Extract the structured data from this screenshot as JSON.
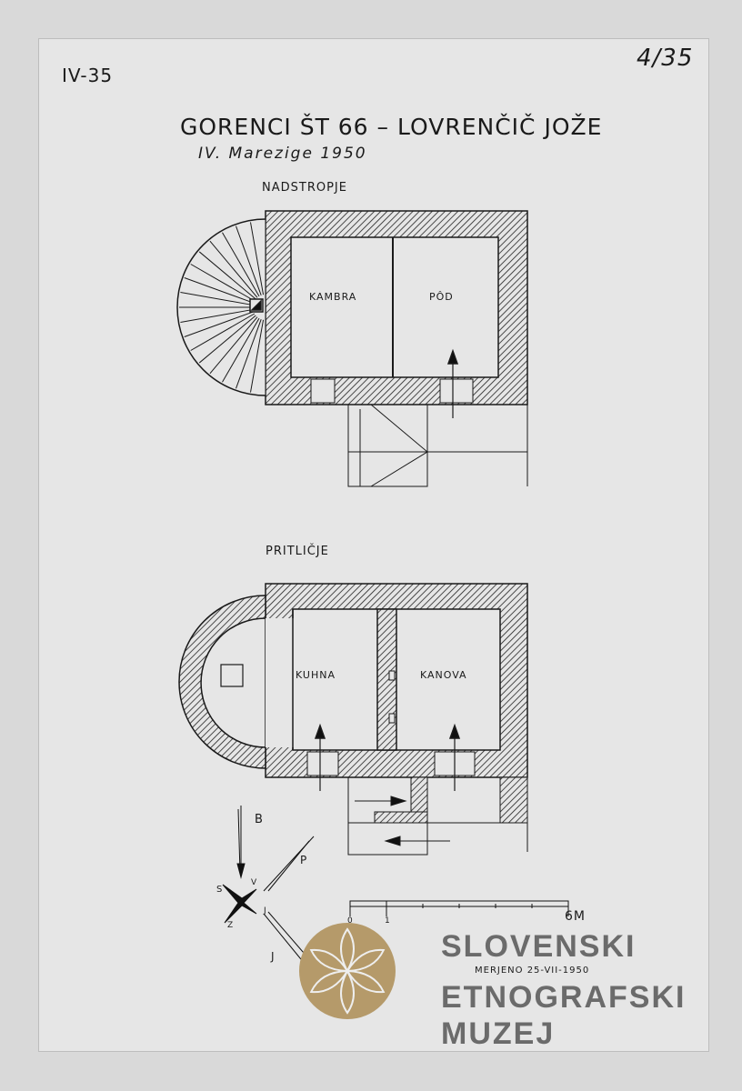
{
  "sheet": {
    "catalog_left": "IV-35",
    "catalog_right": "4/35",
    "title": "GORENCI ŠT 66 – LOVRENČIČ JOŽE",
    "subtitle": "IV. Marezige 1950",
    "measured": "MERJENO 25-VII-1950"
  },
  "upper_floor": {
    "label": "NADSTROPJE",
    "rooms": [
      "KAMBRA",
      "PÔD"
    ]
  },
  "ground_floor": {
    "label": "PRITLIČJE",
    "rooms": [
      "KUHNA",
      "KANOVA"
    ]
  },
  "compass": {
    "north": "B",
    "labels": [
      "S",
      "V",
      "J",
      "Z"
    ],
    "wind_1": "P",
    "wind_2": "J"
  },
  "scale": {
    "start": "0",
    "one": "1",
    "end": "6M"
  },
  "watermark": {
    "lines": [
      "SLOVENSKI",
      "ETNOGRAFSKI",
      "MUZEJ"
    ],
    "color": "#b59a6a"
  }
}
